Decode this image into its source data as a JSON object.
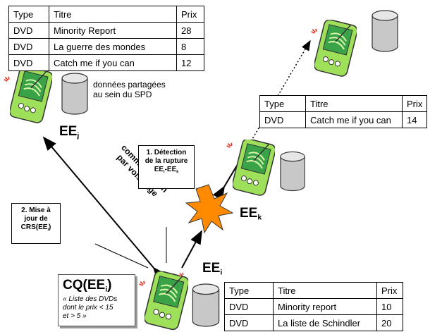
{
  "table_header": {
    "type": "Type",
    "titre": "Titre",
    "prix": "Prix"
  },
  "table_top": {
    "rows": [
      {
        "type": "DVD",
        "titre": "Minority Report",
        "prix": "28"
      },
      {
        "type": "DVD",
        "titre": "La guerre des mondes",
        "prix": "8"
      },
      {
        "type": "DVD",
        "titre": "Catch me if you can",
        "prix": "12"
      }
    ]
  },
  "table_right": {
    "rows": [
      {
        "type": "DVD",
        "titre": "Catch me if you can",
        "prix": "14"
      }
    ]
  },
  "table_bottom": {
    "rows": [
      {
        "type": "DVD",
        "titre": "Minority report",
        "prix": "10"
      },
      {
        "type": "DVD",
        "titre": "La liste de Schindler",
        "prix": "20"
      }
    ]
  },
  "labels": {
    "ee": "EE",
    "sub_j": "j",
    "sub_k": "k",
    "sub_i": "i",
    "shared_data": "données partagées",
    "shared_data_2": "au sein du SPD",
    "communication_1": "communication",
    "communication_2": "par voisinage"
  },
  "callouts": {
    "detection_1": "1. Détection",
    "detection_2": "de la rupture",
    "detection_3_pre": "EE",
    "detection_3_mid": "-EE",
    "maj_1": "2. Mise à",
    "maj_2": "jour de",
    "maj_3_pre": "CRS(EE",
    "maj_3_post": ")"
  },
  "cq": {
    "title_pre": "CQ(EE",
    "title_post": ")",
    "desc_1": "« Liste des DVDs",
    "desc_2": "dont le prix < 15",
    "desc_3": "et > 5 »"
  },
  "colors": {
    "pda_body": "#9fe05a",
    "pda_screen": "#3aa348",
    "explosion": "#ff8a00",
    "cylinder": "#c8c8c8",
    "wifi": "#e03020"
  }
}
